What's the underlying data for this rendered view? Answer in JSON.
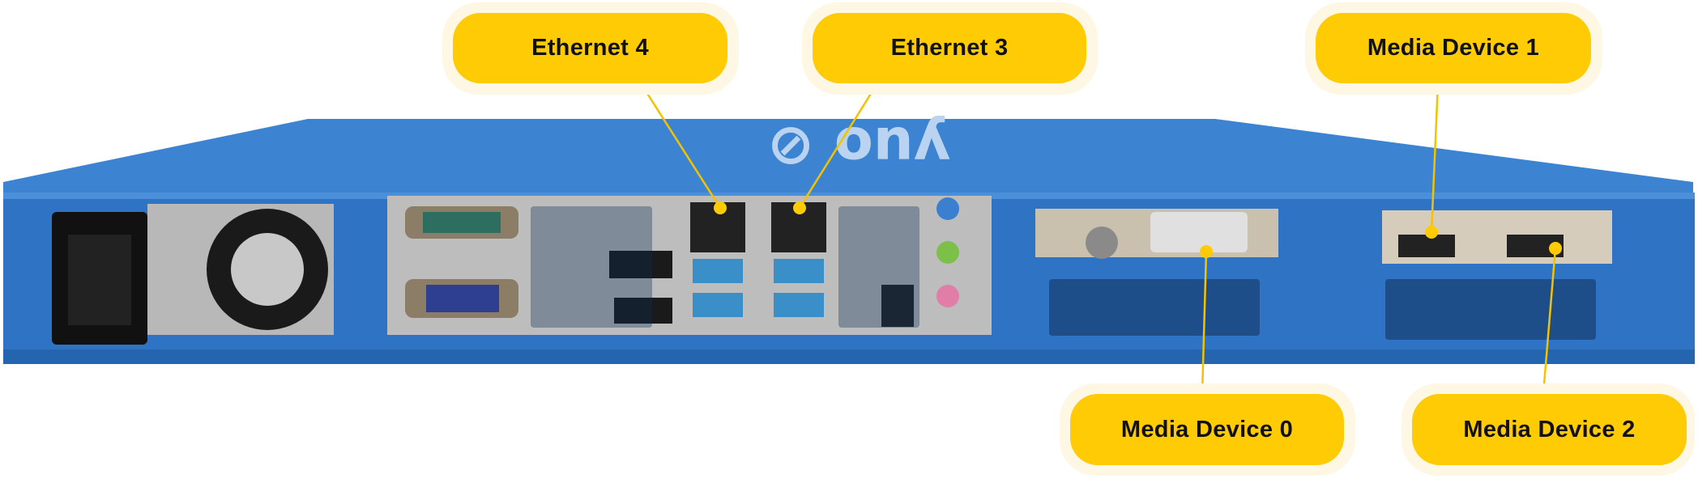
{
  "diagram": {
    "title": "Server rear panel port callouts",
    "brand_logo": "yuo",
    "colors": {
      "chassis": "#2F78C8",
      "callout": "#FFCB05",
      "halo": "#FEF7E4",
      "leader": "#F3C200"
    },
    "callouts": [
      {
        "id": "ethernet-4",
        "label": "Ethernet 4"
      },
      {
        "id": "ethernet-3",
        "label": "Ethernet 3"
      },
      {
        "id": "media-device-1",
        "label": "Media Device 1"
      },
      {
        "id": "media-device-0",
        "label": "Media Device 0"
      },
      {
        "id": "media-device-2",
        "label": "Media Device 2"
      }
    ]
  }
}
